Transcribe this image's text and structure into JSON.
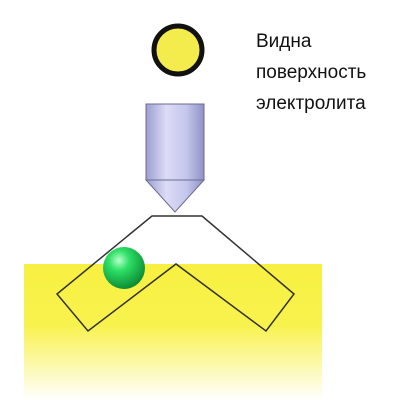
{
  "caption": {
    "line1": "Видна",
    "line2": "поверхность",
    "line3": "электролита"
  },
  "colors": {
    "electrolyte": "#f8f040",
    "indicator_fill": "#f4ec4c",
    "indicator_ring": "#111111",
    "probe_body": "#c4c6ec",
    "probe_tip": "#b8bce8",
    "probe_edge": "#6a6c92",
    "cell_outline": "#333333",
    "sphere": "#1ec850"
  },
  "icons": {
    "indicator": "status-circle-icon",
    "probe": "nozzle-icon",
    "sphere": "green-sphere-icon"
  }
}
